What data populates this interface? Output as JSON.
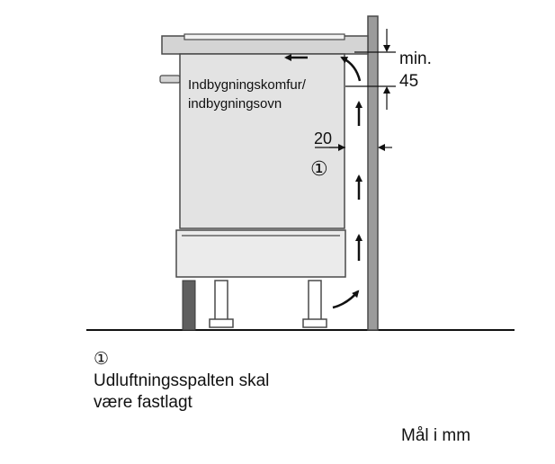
{
  "diagram": {
    "appliance_label_line1": "Indbygningskomfur/",
    "appliance_label_line2": "indbygningsovn",
    "gap_label": "20",
    "min_label": "min.",
    "min_value": "45",
    "callout_marker": "①"
  },
  "caption": {
    "marker": "①",
    "line1": "Udluftningsspalten skal",
    "line2": "være fastlagt"
  },
  "units_note": "Mål i mm",
  "colors": {
    "body_fill": "#e3e3e3",
    "outline": "#4a4a4a",
    "wall_fill": "#9b9b9b",
    "dark_strip": "#5f5f5f",
    "line": "#111111"
  }
}
